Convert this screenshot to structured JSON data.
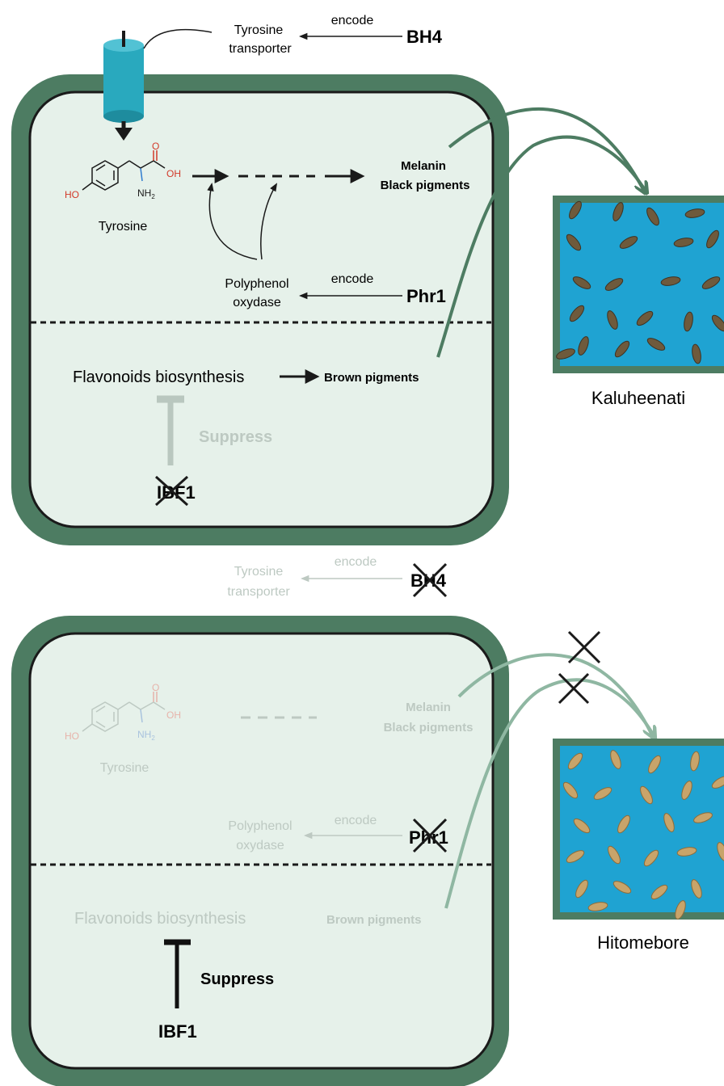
{
  "top": {
    "transporter": [
      "Tyrosine",
      "transporter"
    ],
    "encode_bh4": "encode",
    "bh4": "BH4",
    "tyrosine": "Tyrosine",
    "ho": "HO",
    "oh": "OH",
    "o": "O",
    "nh2": "NH",
    "nh2_sub": "2",
    "melanin": "Melanin",
    "black_pigments": "Black pigments",
    "polyphenol": [
      "Polyphenol",
      "oxydase"
    ],
    "encode_phr1": "encode",
    "phr1": "Phr1",
    "flavonoids": "Flavonoids biosynthesis",
    "brown_pigments": "Brown pigments",
    "suppress": "Suppress",
    "ibf1": "IBF1"
  },
  "bottom": {
    "transporter": [
      "Tyrosine",
      "transporter"
    ],
    "encode_bh4": "encode",
    "bh4": "BH4",
    "tyrosine": "Tyrosine",
    "ho": "HO",
    "oh": "OH",
    "o": "O",
    "nh2": "NH",
    "nh2_sub": "2",
    "melanin": "Melanin",
    "black_pigments": "Black pigments",
    "polyphenol": [
      "Polyphenol",
      "oxydase"
    ],
    "encode_phr1": "encode",
    "phr1": "Phr1",
    "flavonoids": "Flavonoids biosynthesis",
    "brown_pigments": "Brown pigments",
    "suppress": "Suppress",
    "ibf1": "IBF1"
  },
  "photos": {
    "top_label": "Kaluheenati",
    "bottom_label": "Hitomebore"
  },
  "colors": {
    "cell_border": "#4d7c62",
    "cell_fill": "#e6f1ea",
    "photo_bg": "#1fa3d2",
    "dark_seed": "#6e5a3c",
    "light_seed": "#c8a46a",
    "faded": "#bdc9c2"
  }
}
